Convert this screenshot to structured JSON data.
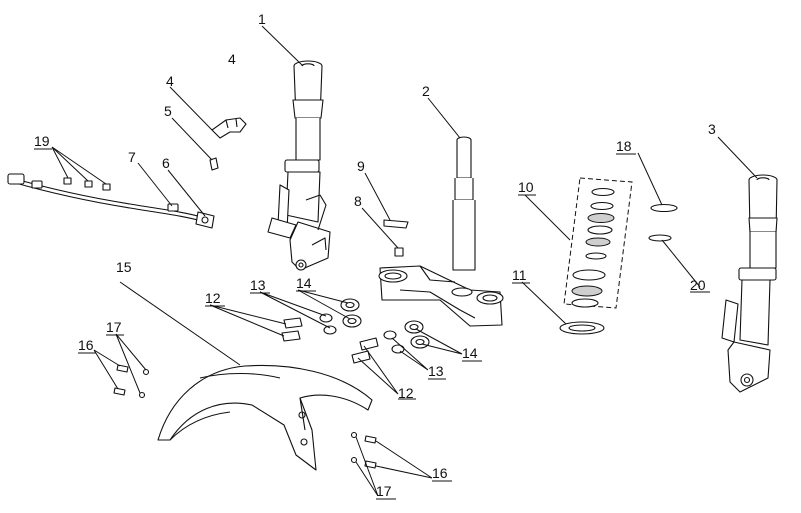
{
  "callouts": {
    "c1": "1",
    "c2": "2",
    "c3": "3",
    "c4": "4",
    "c4b": "4",
    "c5": "5",
    "c6": "6",
    "c7": "7",
    "c8": "8",
    "c9": "9",
    "c10": "10",
    "c11": "11",
    "c12a": "12",
    "c12b": "12",
    "c13a": "13",
    "c13b": "13",
    "c14a": "14",
    "c14b": "14",
    "c15": "15",
    "c16a": "16",
    "c16b": "16",
    "c17a": "17",
    "c17b": "17",
    "c18": "18",
    "c19": "19",
    "c20": "20"
  }
}
